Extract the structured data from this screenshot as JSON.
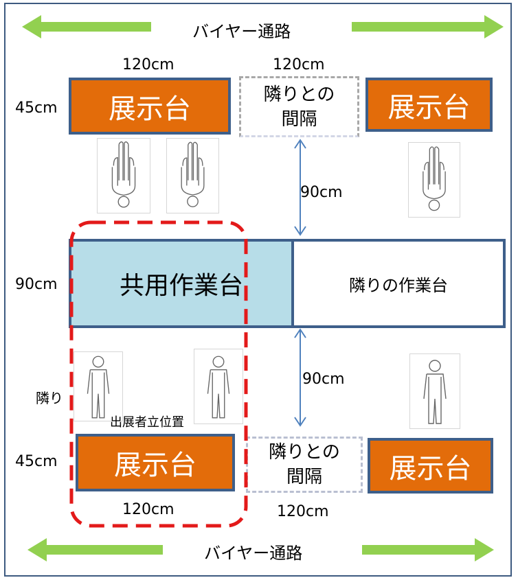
{
  "aisle_top": "バイヤー通路",
  "aisle_bottom": "バイヤー通路",
  "top_left_width": "120cm",
  "top_gap_width": "120cm",
  "top_depth": "45cm",
  "display_table": "展示台",
  "gap_line1": "隣りとの",
  "gap_line2": "間隔",
  "spacing_top": "90cm",
  "spacing_bottom": "90cm",
  "table_depth": "90cm",
  "shared_table": "共用作業台",
  "neighbor_table": "隣りの作業台",
  "neighbor_label": "隣り",
  "exhibitor_position": "出展者立位置",
  "bottom_depth": "45cm",
  "bottom_left_width": "120cm",
  "bottom_gap_width": "120cm",
  "colors": {
    "display_table": "#e36c0a",
    "border": "#3e5f8a",
    "shared_table": "#b7dde8",
    "aisle_arrow": "#92d050",
    "highlight_dash": "#e31a1a",
    "dimension_arrow": "#4f81bd"
  },
  "icons": {
    "aisle_arrow": "double-headed-arrow",
    "person_topdown": "person-top-view-icon",
    "person_standing": "person-standing-icon"
  }
}
